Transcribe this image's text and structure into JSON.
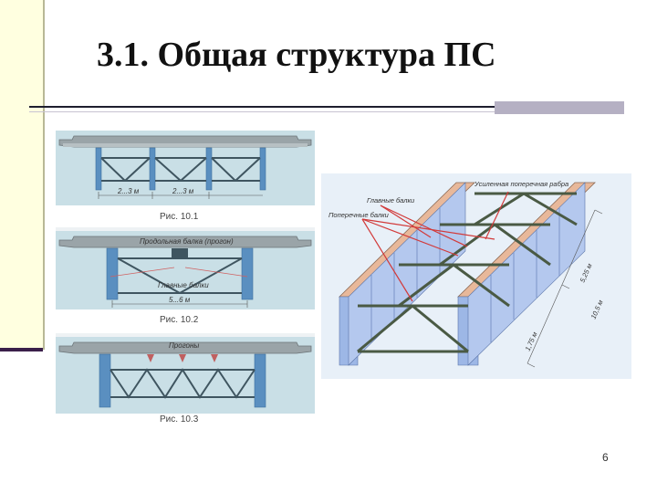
{
  "slide": {
    "title": "3.1. Общая структура ПС",
    "page_number": "6"
  },
  "figure_left": {
    "fig1": {
      "caption": "Рис. 10.1",
      "dim1": "2...3 м",
      "dim2": "2...3 м"
    },
    "fig2": {
      "caption": "Рис. 10.2",
      "label_top": "Продольная балка (прогон)",
      "label_bottom": "Главные балки",
      "dim": "5...6 м"
    },
    "fig3": {
      "caption": "Рис. 10.3",
      "label_top": "Прогоны"
    }
  },
  "figure_right": {
    "label_cross_brace": "Усиленная поперечная рабра",
    "label_main_beams": "Главные балки",
    "label_cross_beams": "Поперечные балки",
    "dim_a": "5,25 м",
    "dim_b": "10,5 м",
    "dim_c": "1,75 м"
  }
}
